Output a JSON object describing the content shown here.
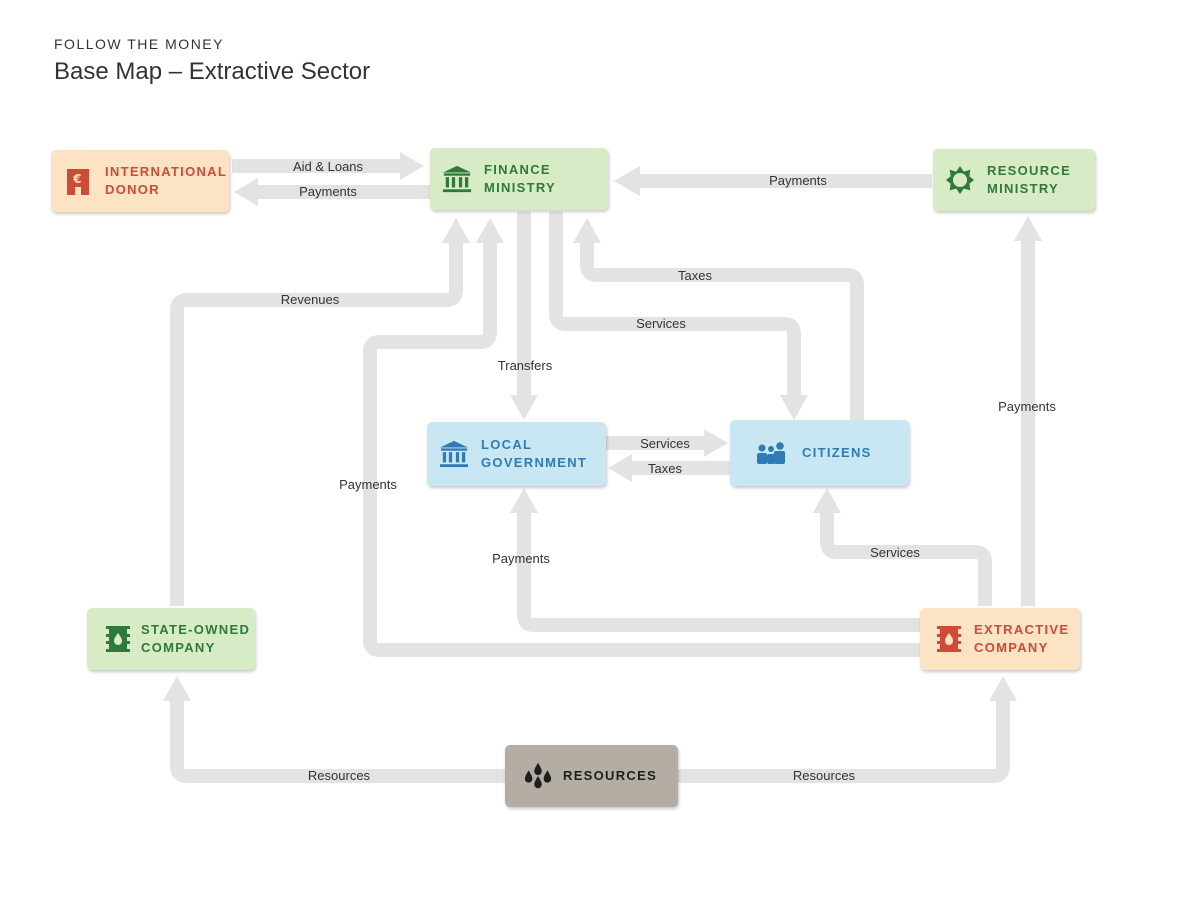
{
  "header": {
    "kicker": "FOLLOW THE MONEY",
    "title": "Base Map – Extractive Sector"
  },
  "colors": {
    "arrow": "#e3e3e3",
    "green_fill": "#d7ebc6",
    "green_text": "#2f7a3a",
    "orange_fill": "#fbe3c3",
    "orange_text": "#d04a35",
    "blue_fill": "#c9e7f2",
    "blue_text": "#2e7cb6",
    "grey_fill": "#b4ada3",
    "grey_text": "#1f1f1f"
  },
  "nodes": {
    "international_donor": {
      "line1": "INTERNATIONAL",
      "line2": "DONOR",
      "icon": "euro-building-icon"
    },
    "finance_ministry": {
      "line1": "FINANCE",
      "line2": "MINISTRY",
      "icon": "institution-icon"
    },
    "resource_ministry": {
      "line1": "RESOURCE",
      "line2": "MINISTRY",
      "icon": "star-seal-icon"
    },
    "local_government": {
      "line1": "LOCAL",
      "line2": "GOVERNMENT",
      "icon": "institution-icon"
    },
    "citizens": {
      "line1": "CITIZENS",
      "icon": "people-icon"
    },
    "state_owned_company": {
      "line1": "STATE-OWNED",
      "line2": "COMPANY",
      "icon": "oil-derrick-icon"
    },
    "extractive_company": {
      "line1": "EXTRACTIVE",
      "line2": "COMPANY",
      "icon": "oil-derrick-icon"
    },
    "resources": {
      "line1": "RESOURCES",
      "icon": "drops-icon"
    }
  },
  "edges": {
    "aid_loans": "Aid & Loans",
    "payments_fm_to_donor": "Payments",
    "payments_rm_to_fm": "Payments",
    "revenues": "Revenues",
    "taxes_citizens_to_fm": "Taxes",
    "services_fm_to_citizens": "Services",
    "transfers": "Transfers",
    "services_lg_to_citizens": "Services",
    "taxes_citizens_to_lg": "Taxes",
    "payments_ec_to_fm": "Payments",
    "payments_ec_to_rm": "Payments",
    "payments_ec_to_lg": "Payments",
    "services_ec_to_citizens": "Services",
    "resources_to_soc": "Resources",
    "resources_to_ec": "Resources"
  }
}
